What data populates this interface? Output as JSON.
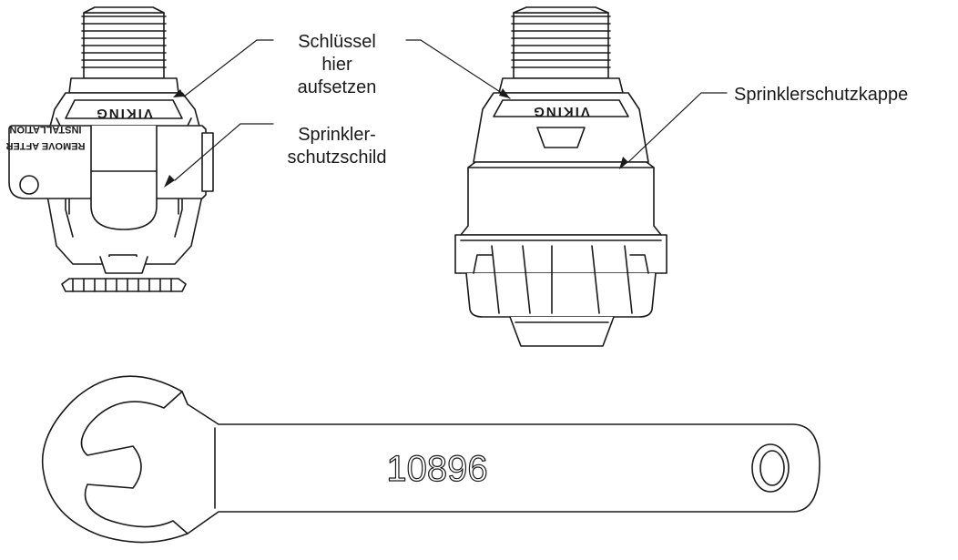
{
  "labels": {
    "wrench_line1": "Schlüssel",
    "wrench_line2": "hier",
    "wrench_line3": "aufsetzen",
    "shield_line1": "Sprinkler-",
    "shield_line2": "schutzschild",
    "cap": "Sprinklerschutzkappe"
  },
  "markings": {
    "brand": "VIKING",
    "tag_line1": "REMOVE AFTER",
    "tag_line2": "INSTALLATION",
    "wrench_number": "10896"
  }
}
